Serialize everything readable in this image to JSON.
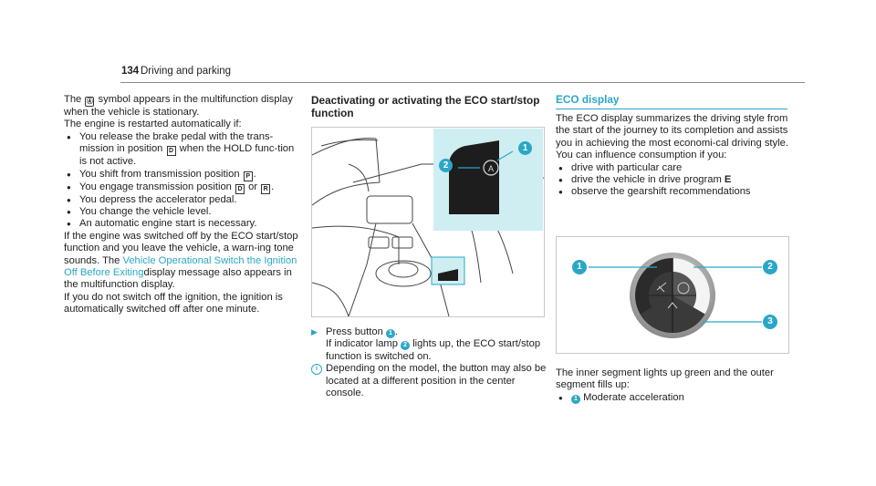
{
  "header": {
    "page_number": "134",
    "section_title": "Driving and parking"
  },
  "col1": {
    "para1_a": "The",
    "para1_b": "symbol appears in the multifunction display when the vehicle is stationary.",
    "para2": "The engine is restarted automatically if:",
    "bullets": {
      "b1_a": "You release the brake pedal with the trans-mission in position",
      "b1_b": "when the HOLD func-tion is not active.",
      "b2": "You shift from transmission position",
      "b3_a": "You engage transmission position",
      "b3_b": "or",
      "b4": "You depress the accelerator pedal.",
      "b5": "You change the vehicle level.",
      "b6": "An automatic engine start is necessary."
    },
    "para3_a": "If the engine was switched off by the ECO start/stop function and you leave the vehicle, a warn-ing tone sounds. The",
    "para3_link": "Vehicle Operational Switch the Ignition Off Before Exiting",
    "para3_b": "display message also appears in the multifunction display.",
    "para4": "If you do not switch off the ignition, the ignition is automatically switched off after one minute.",
    "keys": {
      "d": "D",
      "p": "P",
      "r": "R"
    }
  },
  "col2": {
    "heading": "Deactivating or activating the ECO start/stop function",
    "step_arrow": "▶",
    "step_text_a": "Press button",
    "step_text_b": ".",
    "step_text_c": "If indicator lamp",
    "step_text_d": "lights up, the ECO start/stop function is switched on.",
    "note": "Depending on the model, the button may also be located at a different position in the center console.",
    "callouts": {
      "one": "1",
      "two": "2"
    }
  },
  "col3": {
    "heading": "ECO display",
    "para1": "The ECO display summarizes the driving style from the start of the journey to its completion and assists you in achieving the most economi-cal driving style.",
    "para2": "You can influence consumption if you:",
    "bullets": [
      "drive with particular care",
      "drive the vehicle in drive program",
      "observe the gearshift recommendations"
    ],
    "program_letter": "E",
    "para3": "The inner segment lights up green and the outer segment fills up:",
    "last_bullet": "Moderate acceleration",
    "callouts": {
      "one": "1",
      "two": "2",
      "three": "3"
    }
  },
  "colors": {
    "accent": "#2aa7c7",
    "highlight_panel": "#cfeef2"
  }
}
